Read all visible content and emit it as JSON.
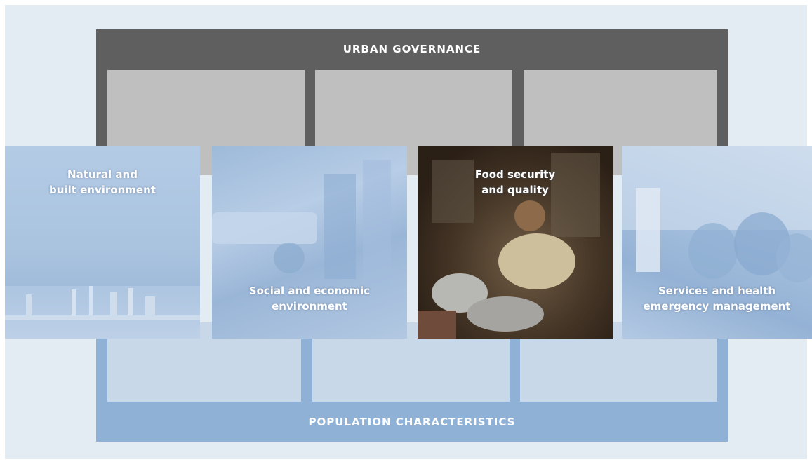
{
  "top_bar": {
    "title": "URBAN GOVERNANCE"
  },
  "bottom_bar": {
    "title": "POPULATION CHARACTERISTICS"
  },
  "panels": [
    {
      "line1": "Natural and",
      "line2": "built environment"
    },
    {
      "line1": "Social and economic",
      "line2": "environment"
    },
    {
      "line1": "Food security",
      "line2": "and quality"
    },
    {
      "line1": "Services and health",
      "line2": "emergency management"
    }
  ],
  "colors": {
    "background": "#e3ebf3",
    "governance": "#5f5f5f",
    "governance_slot": "#bfbfbf",
    "population": "#8fb1d6",
    "population_slot": "#c9d8e8"
  }
}
